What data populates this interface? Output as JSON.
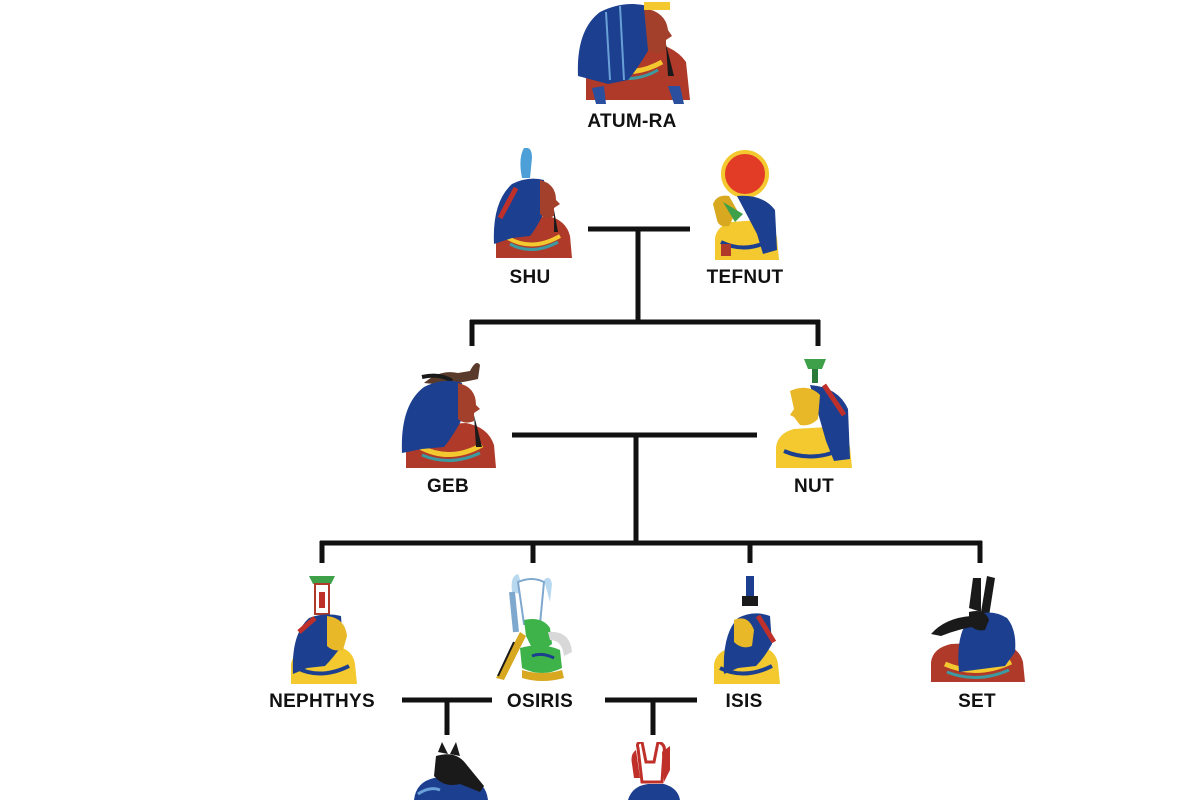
{
  "diagram": {
    "nodes": [
      {
        "id": "atum-ra",
        "label": "ATUM-RA"
      },
      {
        "id": "shu",
        "label": "SHU"
      },
      {
        "id": "tefnut",
        "label": "TEFNUT"
      },
      {
        "id": "geb",
        "label": "GEB"
      },
      {
        "id": "nut",
        "label": "NUT"
      },
      {
        "id": "nephthys",
        "label": "NEPHTHYS"
      },
      {
        "id": "osiris",
        "label": "OSIRIS"
      },
      {
        "id": "isis",
        "label": "ISIS"
      },
      {
        "id": "set",
        "label": "SET"
      },
      {
        "id": "anubis",
        "label": ""
      },
      {
        "id": "horus",
        "label": ""
      }
    ],
    "unions": [
      {
        "partners": [
          "shu",
          "tefnut"
        ],
        "children": [
          "geb",
          "nut"
        ]
      },
      {
        "partners": [
          "geb",
          "nut"
        ],
        "children": [
          "nephthys",
          "osiris",
          "isis",
          "set"
        ]
      },
      {
        "partners": [
          "nephthys",
          "osiris"
        ],
        "children": [
          "anubis"
        ]
      },
      {
        "partners": [
          "osiris",
          "isis"
        ],
        "children": [
          "horus"
        ]
      }
    ],
    "colors": {
      "line": "#111111",
      "skin_red": "#b03a2a",
      "skin_yellow": "#f3c92f",
      "headdress_blue": "#1c3f8f",
      "collar_teal": "#3d9aa0",
      "green": "#3fa04a",
      "sun_red": "#e23b26",
      "osiris_green": "#3db34a",
      "dark": "#1a1a1a"
    },
    "icons": [
      "atum-ra-icon",
      "shu-icon",
      "tefnut-icon",
      "geb-icon",
      "nut-icon",
      "nephthys-icon",
      "osiris-icon",
      "isis-icon",
      "set-icon",
      "anubis-icon",
      "horus-icon"
    ]
  }
}
